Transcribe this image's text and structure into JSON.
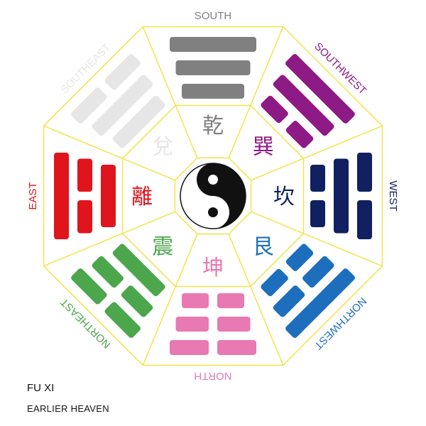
{
  "trigrams": [
    {
      "id": "south",
      "direction": "SOUTH",
      "chinese": "乾",
      "color": "#808080",
      "lines": [
        "solid",
        "solid",
        "solid"
      ]
    },
    {
      "id": "southwest",
      "direction": "SOUTHWEST",
      "chinese": "巽",
      "color": "#8e1a85",
      "lines": [
        "solid",
        "solid",
        "broken"
      ]
    },
    {
      "id": "west",
      "direction": "WEST",
      "chinese": "坎",
      "color": "#102060",
      "lines": [
        "broken",
        "solid",
        "broken"
      ]
    },
    {
      "id": "northwest",
      "direction": "NORTHWEST",
      "chinese": "艮",
      "color": "#1d6fbd",
      "lines": [
        "solid",
        "broken",
        "broken"
      ]
    },
    {
      "id": "north",
      "direction": "NORTH",
      "chinese": "坤",
      "color": "#e879b2",
      "lines": [
        "broken",
        "broken",
        "broken"
      ]
    },
    {
      "id": "northeast",
      "direction": "NORTHEAST",
      "chinese": "震",
      "color": "#4ca64c",
      "lines": [
        "broken",
        "broken",
        "solid"
      ]
    },
    {
      "id": "east",
      "direction": "EAST",
      "chinese": "離",
      "color": "#e0141c",
      "lines": [
        "solid",
        "broken",
        "solid"
      ]
    },
    {
      "id": "southeast",
      "direction": "SOUTHEAST",
      "chinese": "兌",
      "color": "#e6e6e6",
      "lines": [
        "broken",
        "solid",
        "solid"
      ]
    }
  ],
  "caption": {
    "title": "FU XI",
    "subtitle": "EARLIER  HEAVEN"
  },
  "outline_color": "#f2e44a"
}
